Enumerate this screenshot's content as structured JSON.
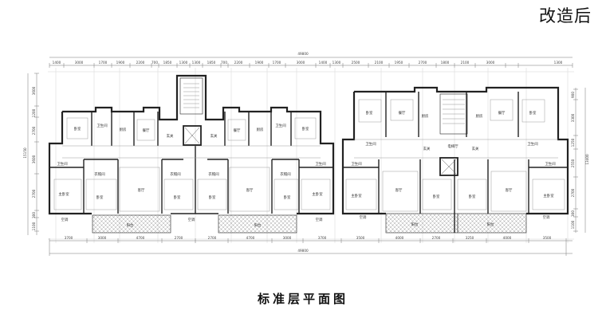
{
  "header": {
    "corner_title": "改造后"
  },
  "footer": {
    "plan_title": "标准层平面图"
  },
  "colors": {
    "wall": "#222222",
    "thin_line": "#999999",
    "grid_line": "#cfcfcf",
    "hatch": "#777777",
    "background": "#ffffff"
  },
  "dimensions": {
    "top_total": "49800",
    "bottom_total": "49800",
    "top_segments": [
      "1400",
      "3000",
      "1700",
      "1900",
      "2200",
      "700",
      "1850",
      "1300",
      "1300",
      "1850",
      "700",
      "2200",
      "1900",
      "1700",
      "3000",
      "1400",
      "1300",
      "2500",
      "2100",
      "1950",
      "2700",
      "1800",
      "2100",
      "3000",
      "1300"
    ],
    "bottom_segments": [
      "3700",
      "3000",
      "4700",
      "2700",
      "2700",
      "4700",
      "3000",
      "3700",
      "3500",
      "4000",
      "2700",
      "3250",
      "4000",
      "3500"
    ],
    "left_total": "15150",
    "left_segments": [
      "3600",
      "1200",
      "2700",
      "3600",
      "2700",
      "300",
      "1100"
    ],
    "right_total": "13400",
    "right_segments": [
      "900",
      "3300",
      "1250",
      "2550",
      "2700",
      "300",
      "1100"
    ]
  },
  "rooms": {
    "bedroom": "卧室",
    "master_bedroom": "主卧室",
    "living_room": "客厅",
    "dining_room": "餐厅",
    "kitchen": "厨房",
    "bathroom": "卫生间",
    "foyer": "玄关",
    "cloakroom": "衣帽间",
    "balcony": "阳台",
    "elevator_lobby": "电梯厅",
    "front_room": "前室",
    "ac": "空调"
  }
}
